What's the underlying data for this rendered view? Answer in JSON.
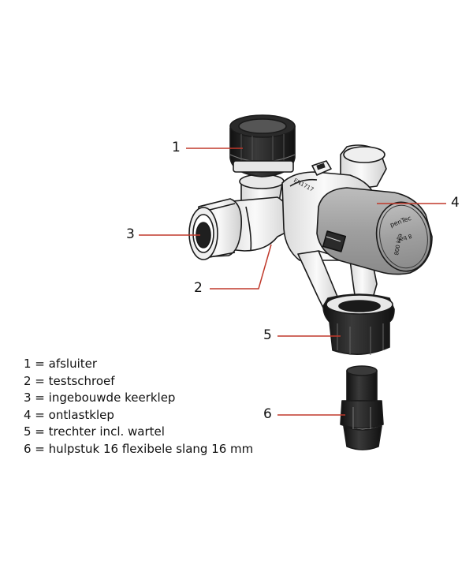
{
  "callouts": {
    "c1": "1",
    "c2": "2",
    "c3": "3",
    "c4": "4",
    "c5": "5",
    "c6": "6"
  },
  "product_markings": {
    "brand": "penTec",
    "pressure_bar": "8 bar",
    "pressure_kpa": "800 kPa"
  },
  "legend": {
    "items": [
      "1 = afsluiter",
      "2 = testschroef",
      "3 = ingebouwde keerklep",
      "4 = ontlastklep",
      "5 = trechter incl. wartel",
      "6 = hulpstuk 16 flexibele slang 16 mm"
    ]
  },
  "colors": {
    "leader_line": "#c0392b",
    "outline": "#1a1a1a",
    "valve_body": "#ececec",
    "cap_grey": "#9a9a9a",
    "black_part": "#202020"
  }
}
